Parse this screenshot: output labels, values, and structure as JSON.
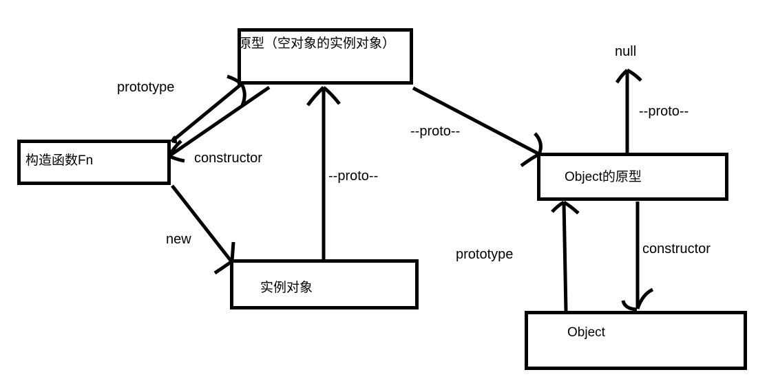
{
  "diagram": {
    "background": "#ffffff",
    "stroke_color": "#000000",
    "nodes": {
      "fn_prototype": "原型（空对象的实例对象）",
      "constructor_fn": "构造函数Fn",
      "instance": "实例对象",
      "object_prototype": "Object的原型",
      "object": "Object",
      "null_terminal": "null"
    },
    "labels": {
      "fn_prototype_edge": "prototype",
      "fn_constructor_edge": "constructor",
      "new_edge": "new",
      "instance_proto_edge": "--proto--",
      "fnproto_to_objproto_edge": "--proto--",
      "objproto_to_null_edge": "--proto--",
      "object_prototype_edge": "prototype",
      "object_constructor_edge": "constructor"
    }
  }
}
